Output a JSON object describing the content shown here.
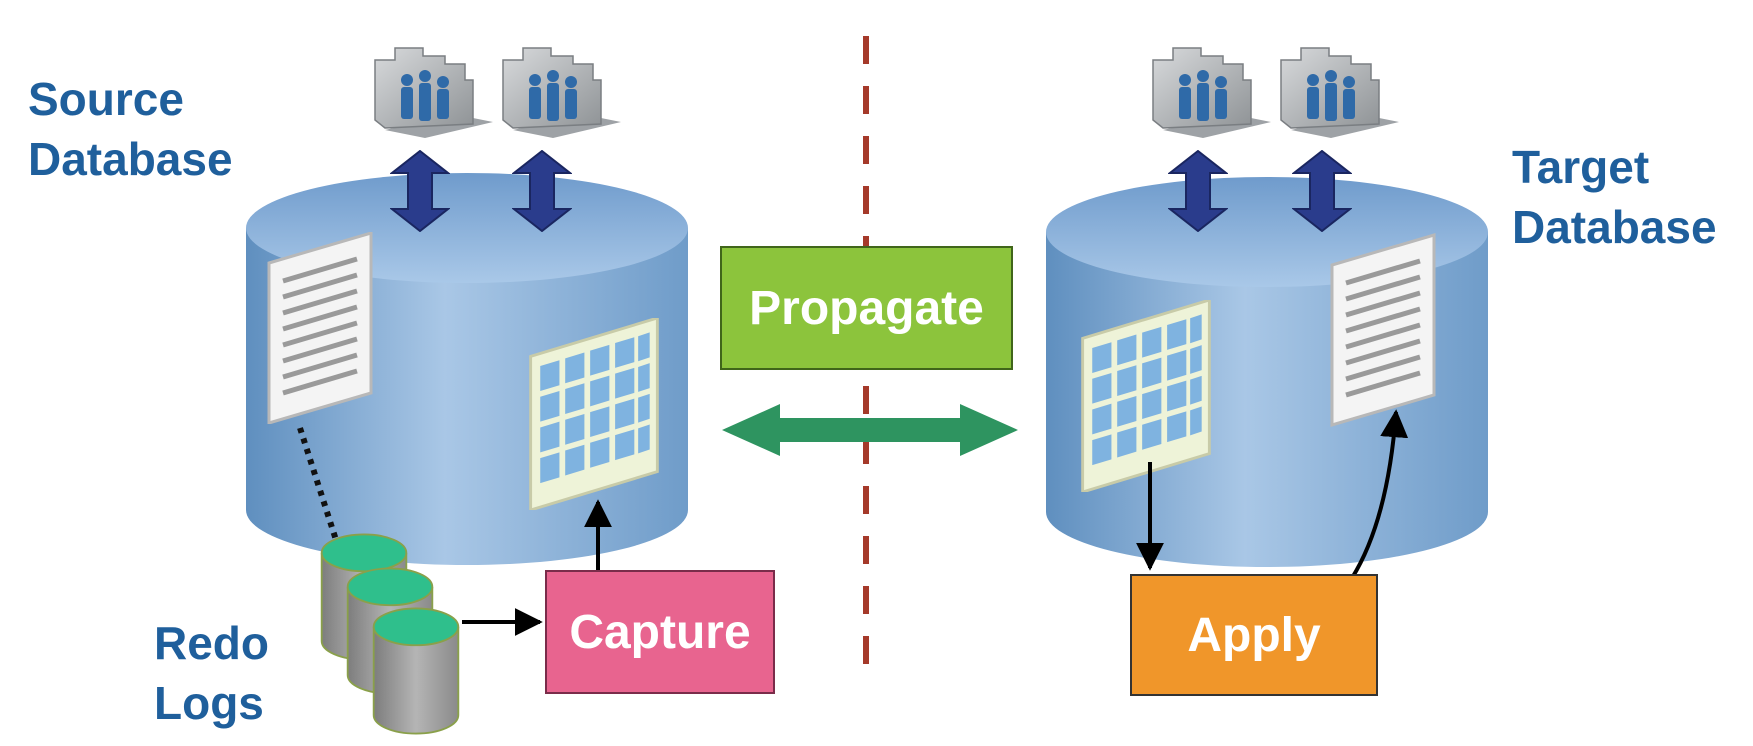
{
  "labels": {
    "source_line1": "Source",
    "source_line2": "Database",
    "target_line1": "Target",
    "target_line2": "Database",
    "redo_line1": "Redo",
    "redo_line2": "Logs"
  },
  "processes": {
    "propagate": "Propagate",
    "capture": "Capture",
    "apply": "Apply"
  },
  "colors": {
    "label_text": "#1f5f9c",
    "propagate_fill": "#8cc43c",
    "capture_fill": "#e8648f",
    "apply_fill": "#f0962a",
    "sync_arrow": "#2e9460",
    "user_arrow": "#2a3c8c",
    "divider": "#a53a2a",
    "cylinder": "#8fb2d8",
    "redo_log_top": "#2fbf8c",
    "redo_log_body": "#9a9a9a"
  },
  "icons": [
    "users-group-icon",
    "document-icon",
    "table-grid-icon",
    "redo-log-cylinder-icon"
  ]
}
